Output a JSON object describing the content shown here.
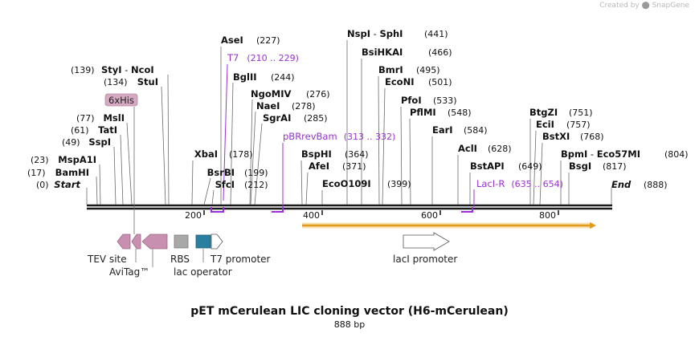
{
  "credit": {
    "prefix": "Created by",
    "brand": "SnapGene"
  },
  "title": "pET mCerulean LIC cloning vector (H6-mCerulean)",
  "subtitle": "888 bp",
  "sites": [
    {
      "name": "Start",
      "pos": "(0)",
      "italic": true
    },
    {
      "name": "BamHI",
      "pos": "(17)"
    },
    {
      "name": "MspA1I",
      "pos": "(23)"
    },
    {
      "name": "SspI",
      "pos": "(49)"
    },
    {
      "name": "TatI",
      "pos": "(61)"
    },
    {
      "name": "MslI",
      "pos": "(77)"
    },
    {
      "name": "StuI",
      "pos": "(134)"
    },
    {
      "name": "StyI",
      "name2": "NcoI",
      "pos": "(139)"
    },
    {
      "name": "XbaI",
      "pos": "(178)"
    },
    {
      "name": "BsrBI",
      "pos": "(199)"
    },
    {
      "name": "SfcI",
      "pos": "(212)"
    },
    {
      "name": "AseI",
      "pos": "(227)"
    },
    {
      "name": "BglII",
      "pos": "(244)"
    },
    {
      "name": "NgoMIV",
      "pos": "(276)"
    },
    {
      "name": "NaeI",
      "pos": "(278)"
    },
    {
      "name": "SgrAI",
      "pos": "(285)"
    },
    {
      "name": "BspHI",
      "pos": "(364)"
    },
    {
      "name": "AfeI",
      "pos": "(371)"
    },
    {
      "name": "EcoO109I",
      "pos": "(399)"
    },
    {
      "name": "NspI",
      "name2": "SphI",
      "pos": "(441)"
    },
    {
      "name": "BsiHKAI",
      "pos": "(466)"
    },
    {
      "name": "BmrI",
      "pos": "(495)"
    },
    {
      "name": "EcoNI",
      "pos": "(501)"
    },
    {
      "name": "PfoI",
      "pos": "(533)"
    },
    {
      "name": "PflMI",
      "pos": "(548)"
    },
    {
      "name": "EarI",
      "pos": "(584)"
    },
    {
      "name": "AclI",
      "pos": "(628)"
    },
    {
      "name": "BstAPI",
      "pos": "(649)"
    },
    {
      "name": "BtgZI",
      "pos": "(751)"
    },
    {
      "name": "EciI",
      "pos": "(757)"
    },
    {
      "name": "BstXI",
      "pos": "(768)"
    },
    {
      "name": "BpmI",
      "name2": "Eco57MI",
      "pos": "(804)"
    },
    {
      "name": "BsgI",
      "pos": "(817)"
    },
    {
      "name": "End",
      "pos": "(888)",
      "italic": true
    }
  ],
  "primers": [
    {
      "name": "T7",
      "range": "(210 .. 229)"
    },
    {
      "name": "pBRrevBam",
      "range": "(313 .. 332)"
    },
    {
      "name": "LacI-R",
      "range": "(635 .. 654)"
    }
  ],
  "feature_tag": "6xHis",
  "ruler": [
    "200",
    "400",
    "600",
    "800"
  ],
  "features": [
    {
      "name": "TEV site"
    },
    {
      "name": "AviTag™"
    },
    {
      "name": "RBS"
    },
    {
      "name": "lac operator"
    },
    {
      "name": "T7 promoter"
    },
    {
      "name": "lacI promoter"
    }
  ],
  "colors": {
    "primer": "#9b30d9",
    "tag_fill": "#d6a9c2",
    "feature_pink": "#c98fb0",
    "rbs": "#a8a8a8",
    "operator": "#2a7f9e",
    "orf_line": "#f0b030",
    "backbone": "#1a1a1a"
  }
}
